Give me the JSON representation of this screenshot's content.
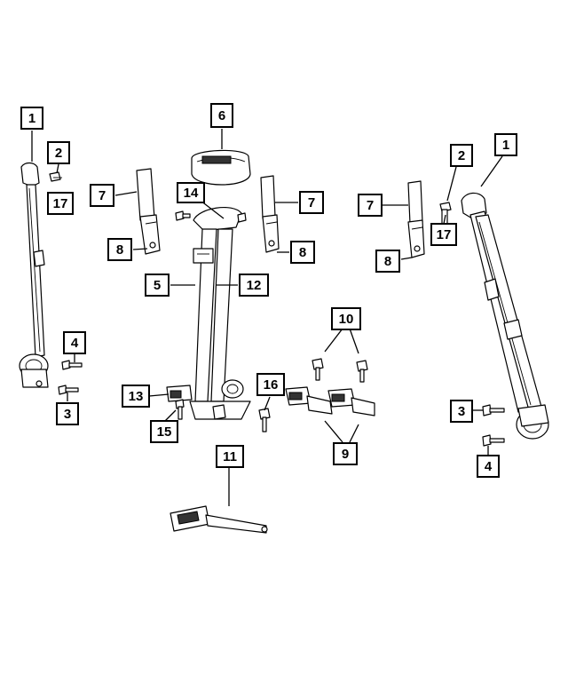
{
  "callouts": {
    "c1_left": "1",
    "c2_left": "2",
    "c17_left": "17",
    "c4_left": "4",
    "c3_left": "3",
    "c6": "6",
    "c7_left": "7",
    "c14": "14",
    "c8_left": "8",
    "c5": "5",
    "c12": "12",
    "c13": "13",
    "c15": "15",
    "c16": "16",
    "c11": "11",
    "c7_mid": "7",
    "c8_mid": "8",
    "c10": "10",
    "c9": "9",
    "c7_right": "7",
    "c17_right": "17",
    "c8_right": "8",
    "c2_right": "2",
    "c1_right": "1",
    "c3_right": "3",
    "c4_right": "4"
  }
}
